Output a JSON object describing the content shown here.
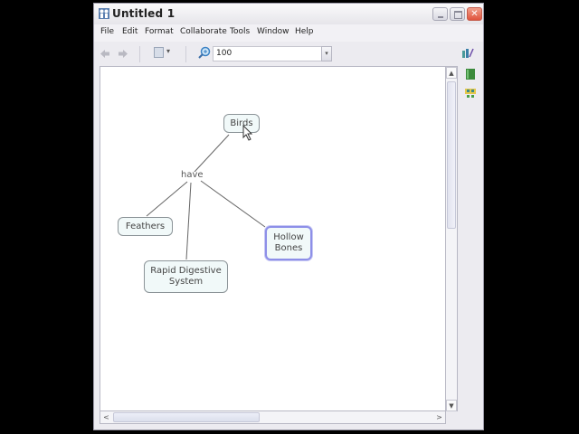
{
  "window": {
    "title": "Untitled 1",
    "controls": {
      "minimize": "_",
      "maximize": "□",
      "close": "✕"
    }
  },
  "menubar": {
    "items": [
      {
        "label": "File"
      },
      {
        "label": "Edit"
      },
      {
        "label": "Format"
      },
      {
        "label": "Collaborate"
      },
      {
        "label": "Tools"
      },
      {
        "label": "Window"
      },
      {
        "label": "Help"
      }
    ]
  },
  "toolbar": {
    "back_icon": "◆",
    "forward_icon": "◆",
    "view_caret": "▾",
    "zoom_value": "100",
    "zoom_dropdown": "⌄",
    "collab_icon": "⇄"
  },
  "concept_map": {
    "nodes": [
      {
        "id": "birds",
        "label": "Birds"
      },
      {
        "id": "feathers",
        "label": "Feathers"
      },
      {
        "id": "rapid",
        "label": "Rapid Digestive System"
      },
      {
        "id": "hollow",
        "label": "Hollow Bones",
        "selected": true
      }
    ],
    "linking_phrases": [
      {
        "id": "have",
        "label": "have"
      }
    ],
    "colors": {
      "node_fill": "#f1f9f9",
      "node_border": "#8c9498",
      "selected_border": "#8d8fe8",
      "line": "#666666"
    }
  },
  "scrollbars": {
    "up": "⌃",
    "down": "⌄",
    "left": "<",
    "right": ">"
  }
}
